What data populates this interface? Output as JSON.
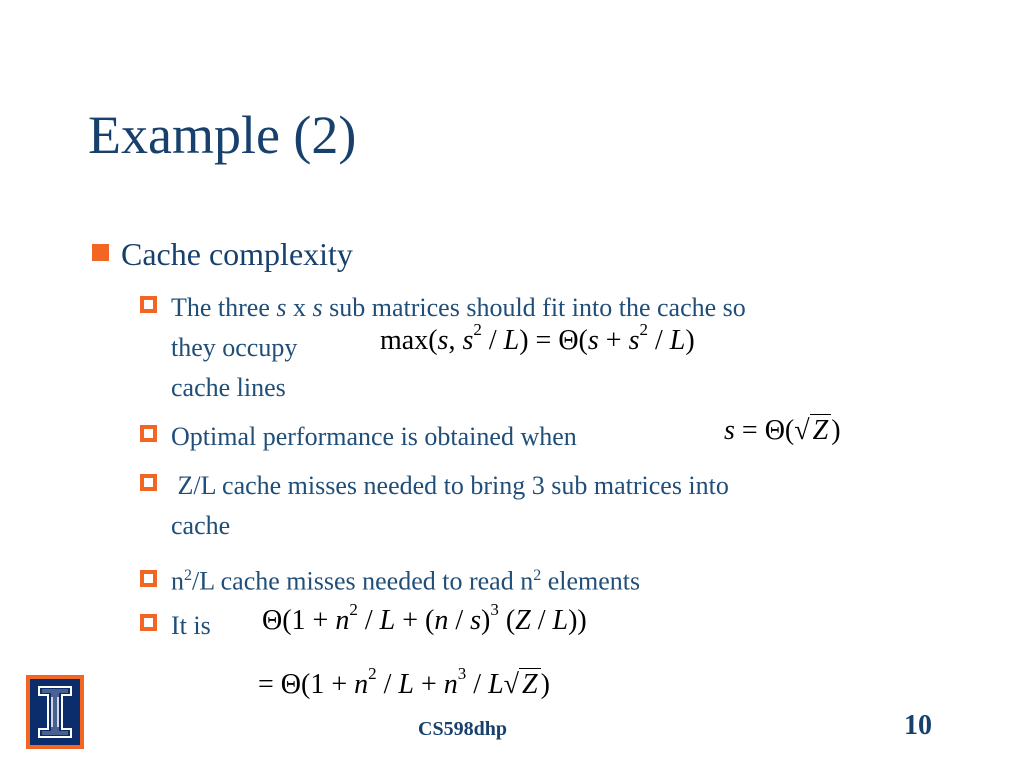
{
  "slide": {
    "title": "Example (2)",
    "footer": "CS598dhp",
    "page_number": "10"
  },
  "bullets": {
    "level1": "Cache complexity",
    "b1_line1_a": "The three ",
    "b1_s1": "s",
    "b1_x": " x ",
    "b1_s2": "s",
    "b1_line1_b": " sub matrices should fit into the cache so",
    "b1_line2": "they occupy",
    "b1_line3": "cache lines",
    "b2": "Optimal performance is obtained when",
    "b3_line1": " Z/L cache misses needed to bring 3 sub matrices into",
    "b3_line2": "cache",
    "b4_n1": "n",
    "b4_sup1": "2",
    "b4_mid": "/L cache misses needed to read n",
    "b4_sup2": "2",
    "b4_end": " elements",
    "b5": "It is"
  },
  "equations": {
    "eq1": {
      "a": "max(",
      "s1": "s",
      "comma": ", ",
      "s2": "s",
      "sup1": "2",
      "b": " / ",
      "L1": "L",
      "c": ") = Θ(",
      "s3": "s",
      "d": " + ",
      "s4": "s",
      "sup2": "2",
      "e": " / ",
      "L2": "L",
      "f": ")"
    },
    "eq2": {
      "s": "s",
      "a": " = Θ(",
      "Z": "Z",
      "b": ")"
    },
    "eq3": {
      "a": "Θ(1 + ",
      "n1": "n",
      "sup1": "2",
      "b": " / ",
      "L1": "L",
      "c": " + (",
      "n2": "n",
      "d": " / ",
      "s": "s",
      "e": ")",
      "sup2": "3",
      "f": " (",
      "Z": "Z",
      "g": " / ",
      "L2": "L",
      "h": "))"
    },
    "eq4": {
      "a": "= Θ(1 + ",
      "n1": "n",
      "sup1": "2",
      "b": " / ",
      "L1": "L",
      "c": " + ",
      "n2": "n",
      "sup2": "3",
      "d": " / ",
      "L2": "L",
      "Z": "Z",
      "e": ")"
    }
  },
  "colors": {
    "title": "#17406d",
    "text": "#1f4e79",
    "bullet": "#f26522",
    "logo_blue": "#0c2d6b"
  },
  "icons": {
    "logo": "university-of-illinois-block-i-logo"
  }
}
